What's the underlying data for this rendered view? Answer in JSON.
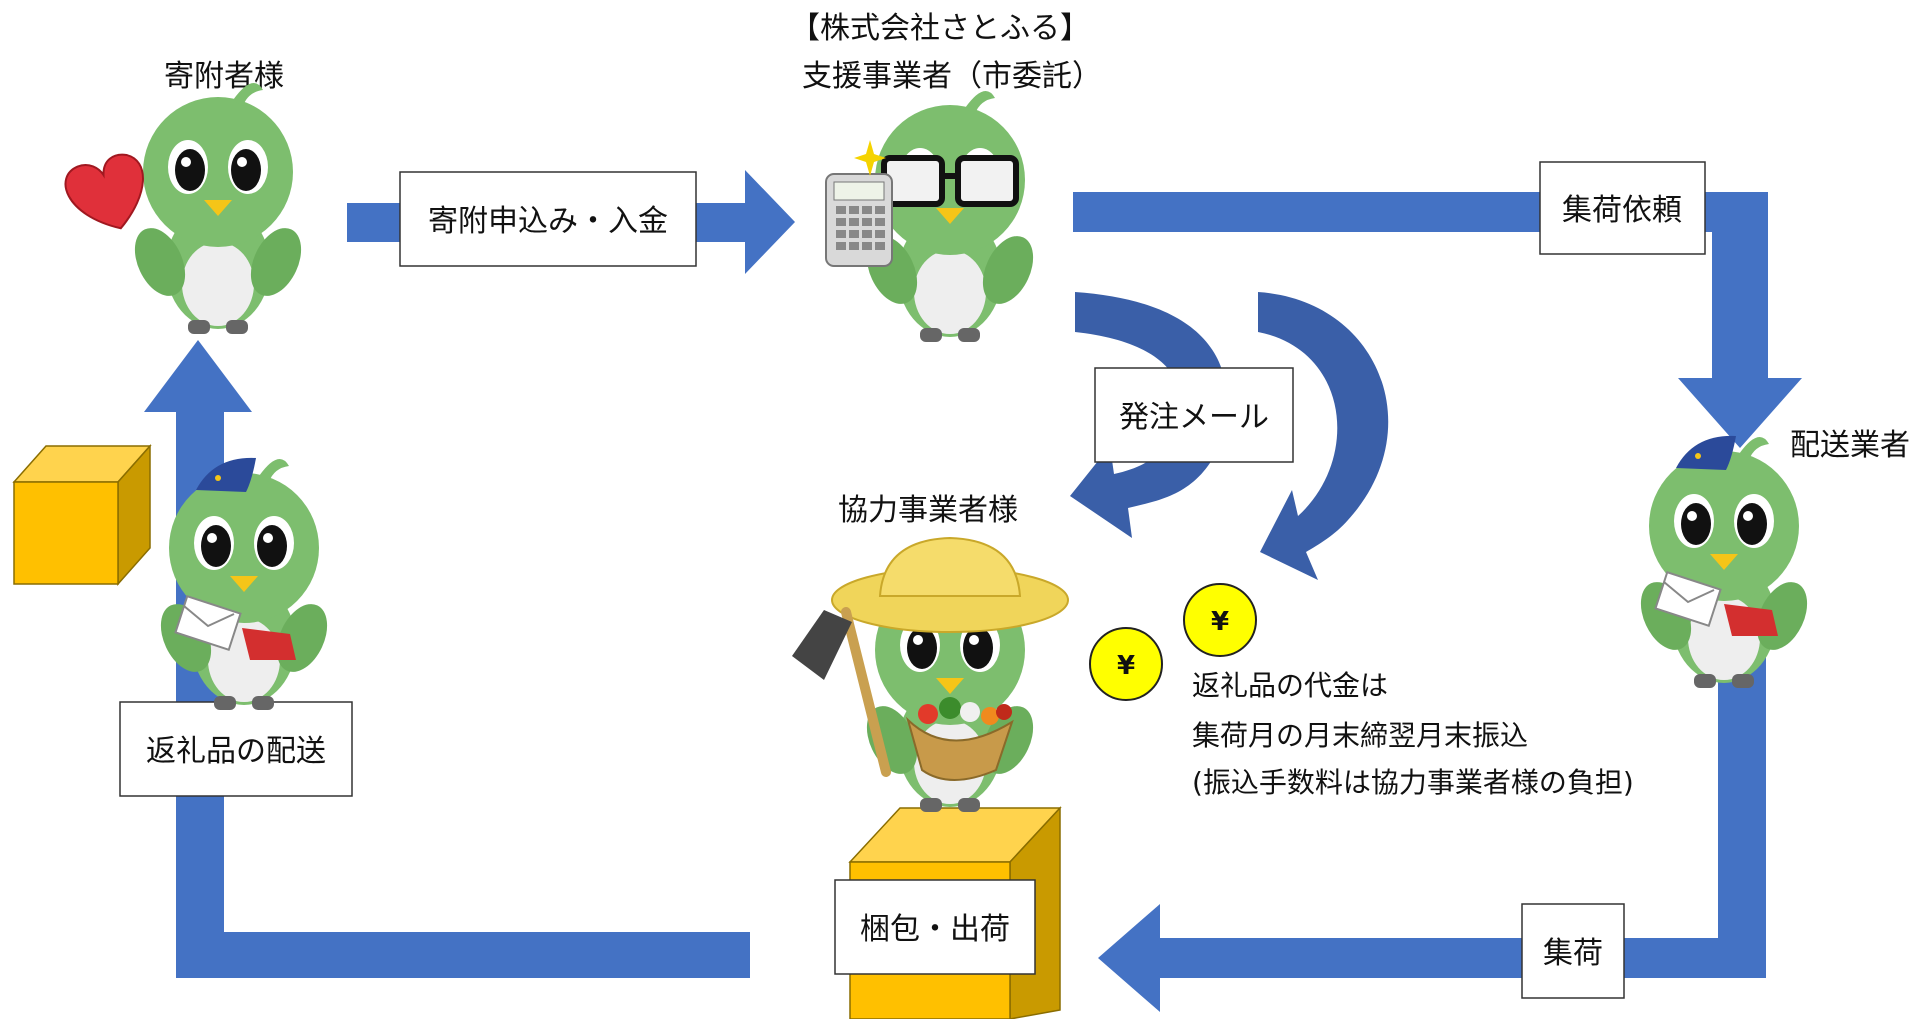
{
  "actors": {
    "donor": "寄附者様",
    "support_company": "【株式会社さとふる】",
    "support_role": "支援事業者（市委託）",
    "delivery": "配送業者",
    "partner": "協力事業者様"
  },
  "steps": {
    "donation": "寄附申込み・入金",
    "pickup_request": "集荷依頼",
    "order_mail": "発注メール",
    "pickup": "集荷",
    "packing": "梱包・出荷",
    "gift_delivery": "返礼品の配送"
  },
  "payment_note": {
    "line1": "返礼品の代金は",
    "line2": "集荷月の月末締翌月末振込",
    "line3": "(振込手数料は協力事業者様の負担)"
  },
  "symbols": {
    "yen": "¥"
  },
  "colors": {
    "flow_arrow": "#4472c4",
    "curved_arrow": "#3a5fa8",
    "box_front": "#ffc000",
    "box_side": "#c99a00",
    "box_top": "#ffd34d",
    "coin": "#ffff00",
    "bird_body": "#7dbe6e",
    "bird_belly": "#eeeeee"
  },
  "icons": [
    "heart-icon",
    "calculator-icon",
    "glasses-icon",
    "postal-cap-icon",
    "envelope-icon",
    "straw-hat-icon",
    "hoe-icon",
    "vegetable-basket-icon",
    "yen-coin-icon",
    "package-box-icon"
  ]
}
